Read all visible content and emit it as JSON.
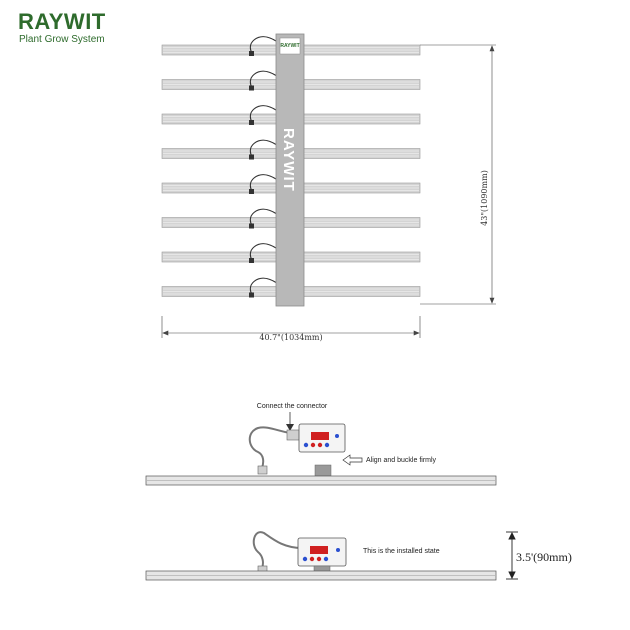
{
  "brand": {
    "name": "RAYWIT",
    "tagline": "Plant Grow System"
  },
  "colors": {
    "brand_green": "#2e6b2c",
    "bar_gray": "#c8c8c8",
    "stem_gray": "#b8b8b8",
    "driver_red": "#d02020",
    "driver_blue": "#2a4fd0"
  },
  "top_view": {
    "bar_count": 8,
    "stem_label": "RAYWIT",
    "stem_badge": "RAYWIT",
    "height_dimension": "43\"(1090mm)",
    "width_dimension": "40.7\"(1034mm)"
  },
  "assembly": {
    "connect_label": "Connect the connector",
    "align_label": "Align and buckle firmly"
  },
  "installed": {
    "state_label": "This is the installed state",
    "height_dimension": "3.5'(90mm)"
  }
}
